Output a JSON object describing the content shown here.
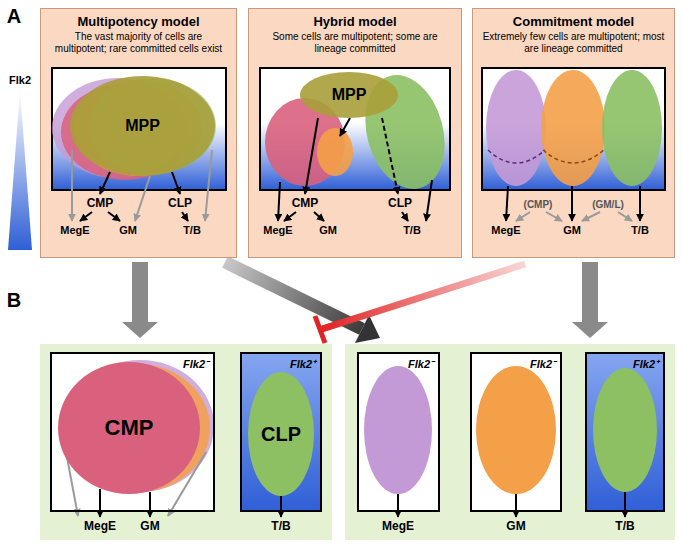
{
  "diagram": {
    "nodes": [
      {
        "text": [
          "Multipotency model",
          "The vast majority of cells are multipotent; rare committed cells exist"
        ]
      },
      {
        "text": [
          "MPP"
        ],
        "in": 0
      },
      {
        "text": [
          "Hybrid model",
          "Some cells are multipotent; some are lineage committed"
        ]
      },
      {
        "text": [
          "MPP"
        ],
        "in": 2
      },
      {
        "text": [
          "Commitment model",
          "Extremely few cells are multipotent; most are lineage committed"
        ]
      },
      {
        "text": [
          "Flk2⁻"
        ]
      },
      {
        "text": [
          "CMP"
        ],
        "in": 5
      },
      {
        "text": [
          "Flk2⁺"
        ]
      },
      {
        "text": [
          "CLP"
        ],
        "in": 7
      },
      {
        "text": [
          "Flk2⁻"
        ]
      },
      {
        "text": [
          "Flk2⁻"
        ]
      },
      {
        "text": [
          "Flk2⁺"
        ]
      }
    ],
    "labels": [
      "A",
      "Flk2",
      "CMP",
      "CLP",
      "MegE",
      "GM",
      "T/B",
      "CMP",
      "CLP",
      "MegE",
      "GM",
      "T/B",
      "(CMP)",
      "(GM/L)",
      "MegE",
      "GM",
      "T/B",
      "B",
      "MegE",
      "GM",
      "T/B",
      "MegE",
      "GM",
      "T/B"
    ]
  }
}
